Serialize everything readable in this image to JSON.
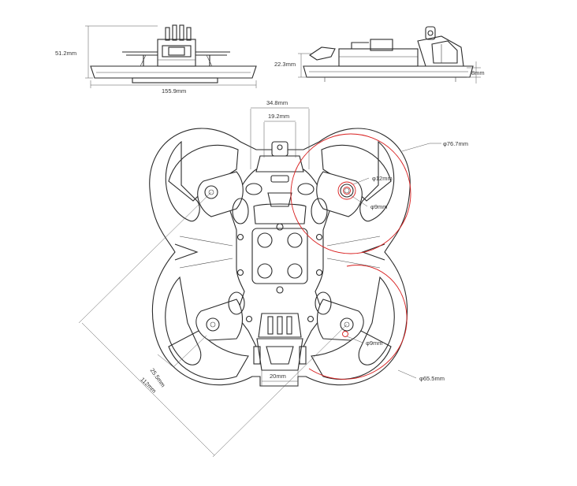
{
  "side_view": {
    "height_label": "51.2mm",
    "width_label": "155.9mm"
  },
  "front_view": {
    "height_label": "22.3mm",
    "plate_label": "8mm"
  },
  "top_view": {
    "frame_width_label": "34.8mm",
    "inner_width_label": "19.2mm",
    "duct_outer_label": "φ76.7mm",
    "mount_pattern_label": "φ12mm",
    "shaft_hole_top_label": "φ9mm",
    "shaft_hole_bottom_label": "φ9mm",
    "tail_width_label": "20mm",
    "prop_label": "φ65.5mm",
    "motor_spacing_label": "25.5mm",
    "wheelbase_label": "112mm"
  },
  "colors": {
    "line": "#2b2b2b",
    "highlight": "#d81e1e",
    "background": "#ffffff"
  }
}
